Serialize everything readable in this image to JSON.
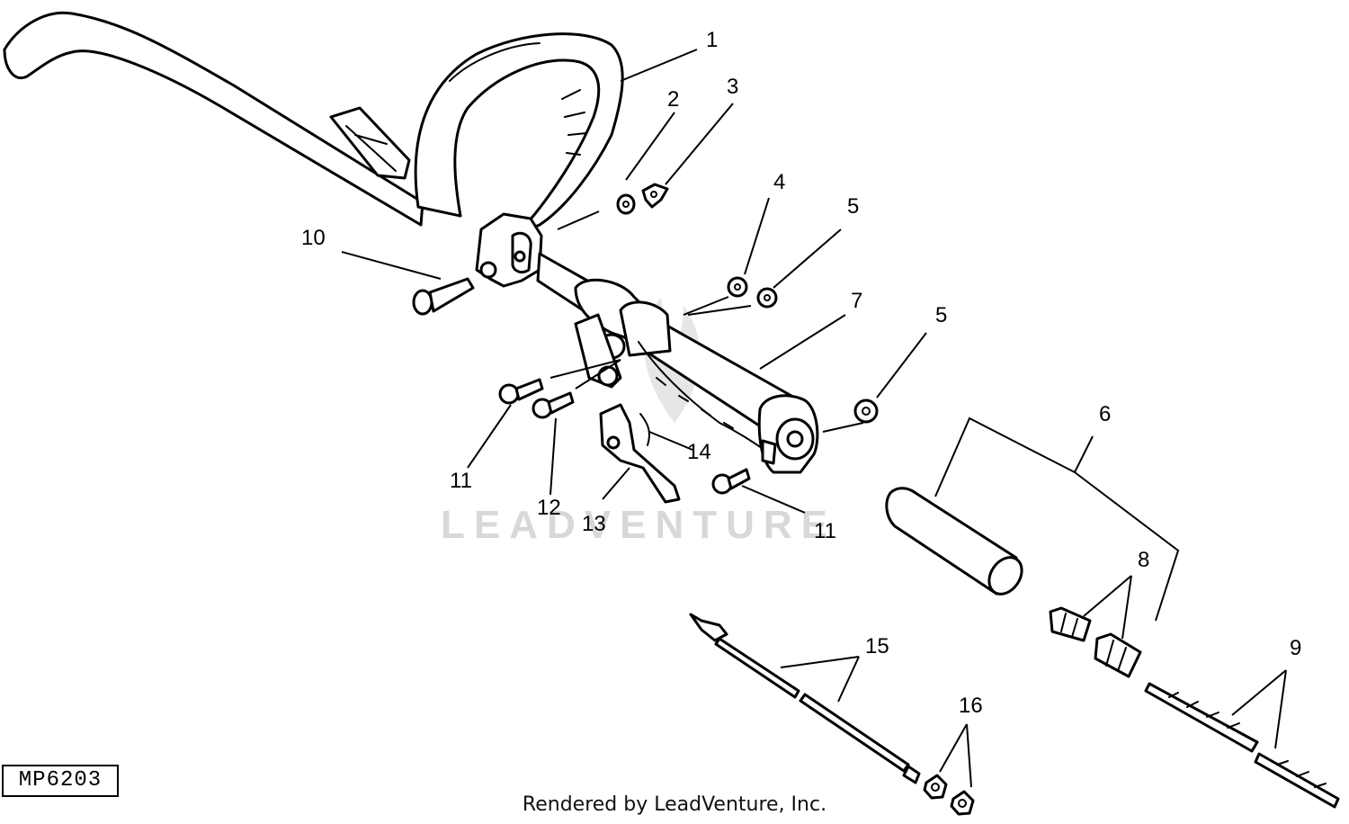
{
  "diagram": {
    "code": "MP6203",
    "footer": "Rendered by LeadVenture, Inc.",
    "watermark": "LEADVENTURE",
    "callouts": [
      "1",
      "2",
      "3",
      "4",
      "5",
      "5",
      "6",
      "7",
      "8",
      "9",
      "10",
      "11",
      "11",
      "12",
      "13",
      "14",
      "15",
      "16"
    ]
  }
}
